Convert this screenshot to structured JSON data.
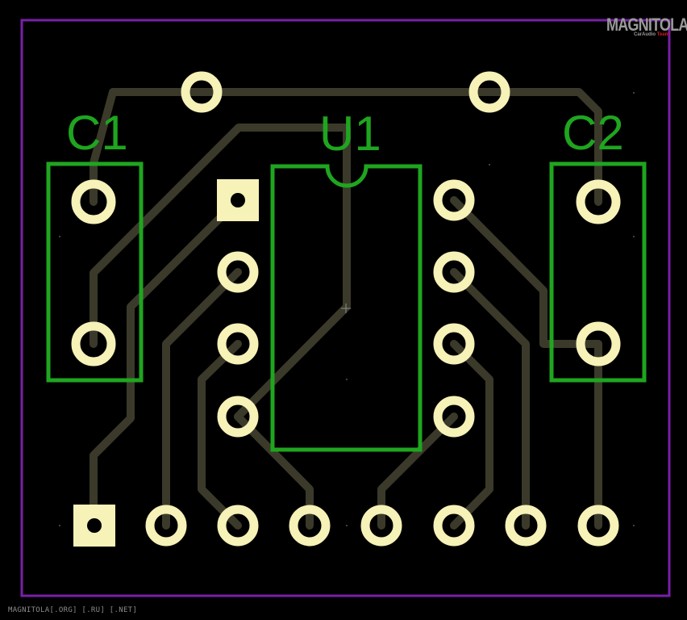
{
  "colors": {
    "outline": "#7a1fa8",
    "trace": "#3b3a2a",
    "pad": "#f6f2b8",
    "silk": "#1fa51f",
    "background": "#000000"
  },
  "components": {
    "c1": {
      "ref": "C1"
    },
    "u1": {
      "ref": "U1"
    },
    "c2": {
      "ref": "C2"
    }
  },
  "logo": {
    "main": "MAGNITOLA",
    "sub_prefix": "CarAudio",
    "sub_highlight": "Team"
  },
  "footer": {
    "text": "MAGNITOLA[.ORG] [.RU] [.NET]"
  }
}
